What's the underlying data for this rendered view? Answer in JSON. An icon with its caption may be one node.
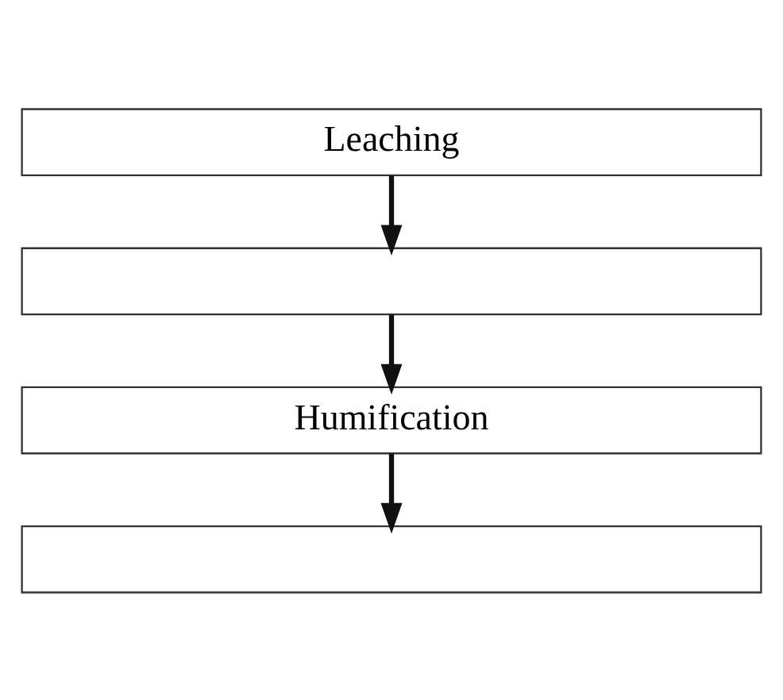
{
  "diagram": {
    "nodes": [
      {
        "text": [
          "Leaching"
        ]
      },
      {
        "text": [],
        "shape": "box"
      },
      {
        "text": [
          "Humification"
        ]
      },
      {
        "text": [],
        "shape": "box"
      }
    ],
    "edges": [
      {
        "from": 0,
        "to": 1,
        "arrow": "to"
      },
      {
        "from": 1,
        "to": 2,
        "arrow": "to"
      },
      {
        "from": 2,
        "to": 3,
        "arrow": "to"
      }
    ]
  }
}
